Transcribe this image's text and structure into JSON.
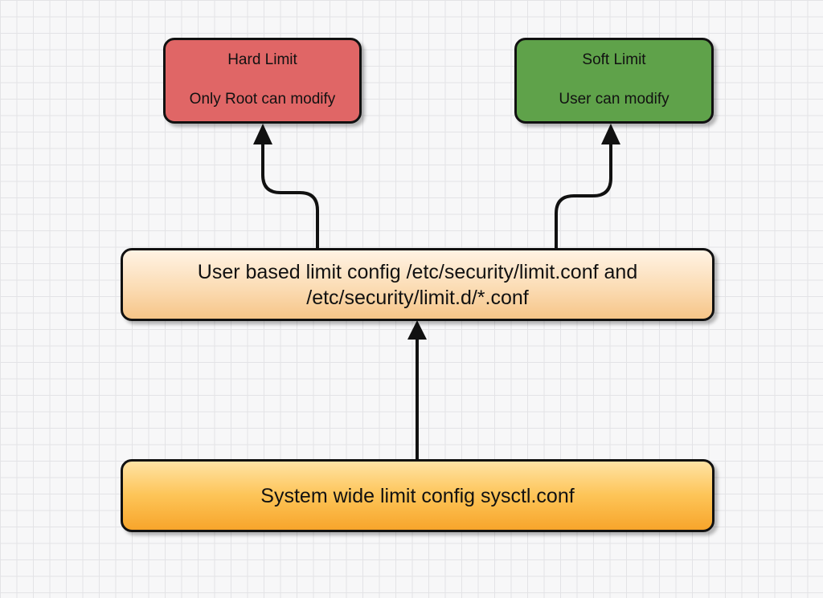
{
  "nodes": {
    "hard": {
      "title": "Hard Limit",
      "subtitle": "Only Root can modify",
      "color": "#e06666"
    },
    "soft": {
      "title": "Soft Limit",
      "subtitle": "User can modify",
      "color": "#5fa24a"
    },
    "user": {
      "text": "User based limit config /etc/security/limit.conf and /etc/security/limit.d/*.conf",
      "color": "#fbdcb4"
    },
    "system": {
      "text": "System wide limit config sysctl.conf",
      "color": "#fdc457"
    }
  },
  "edges": [
    {
      "from": "system",
      "to": "user"
    },
    {
      "from": "user",
      "to": "hard"
    },
    {
      "from": "user",
      "to": "soft"
    }
  ]
}
